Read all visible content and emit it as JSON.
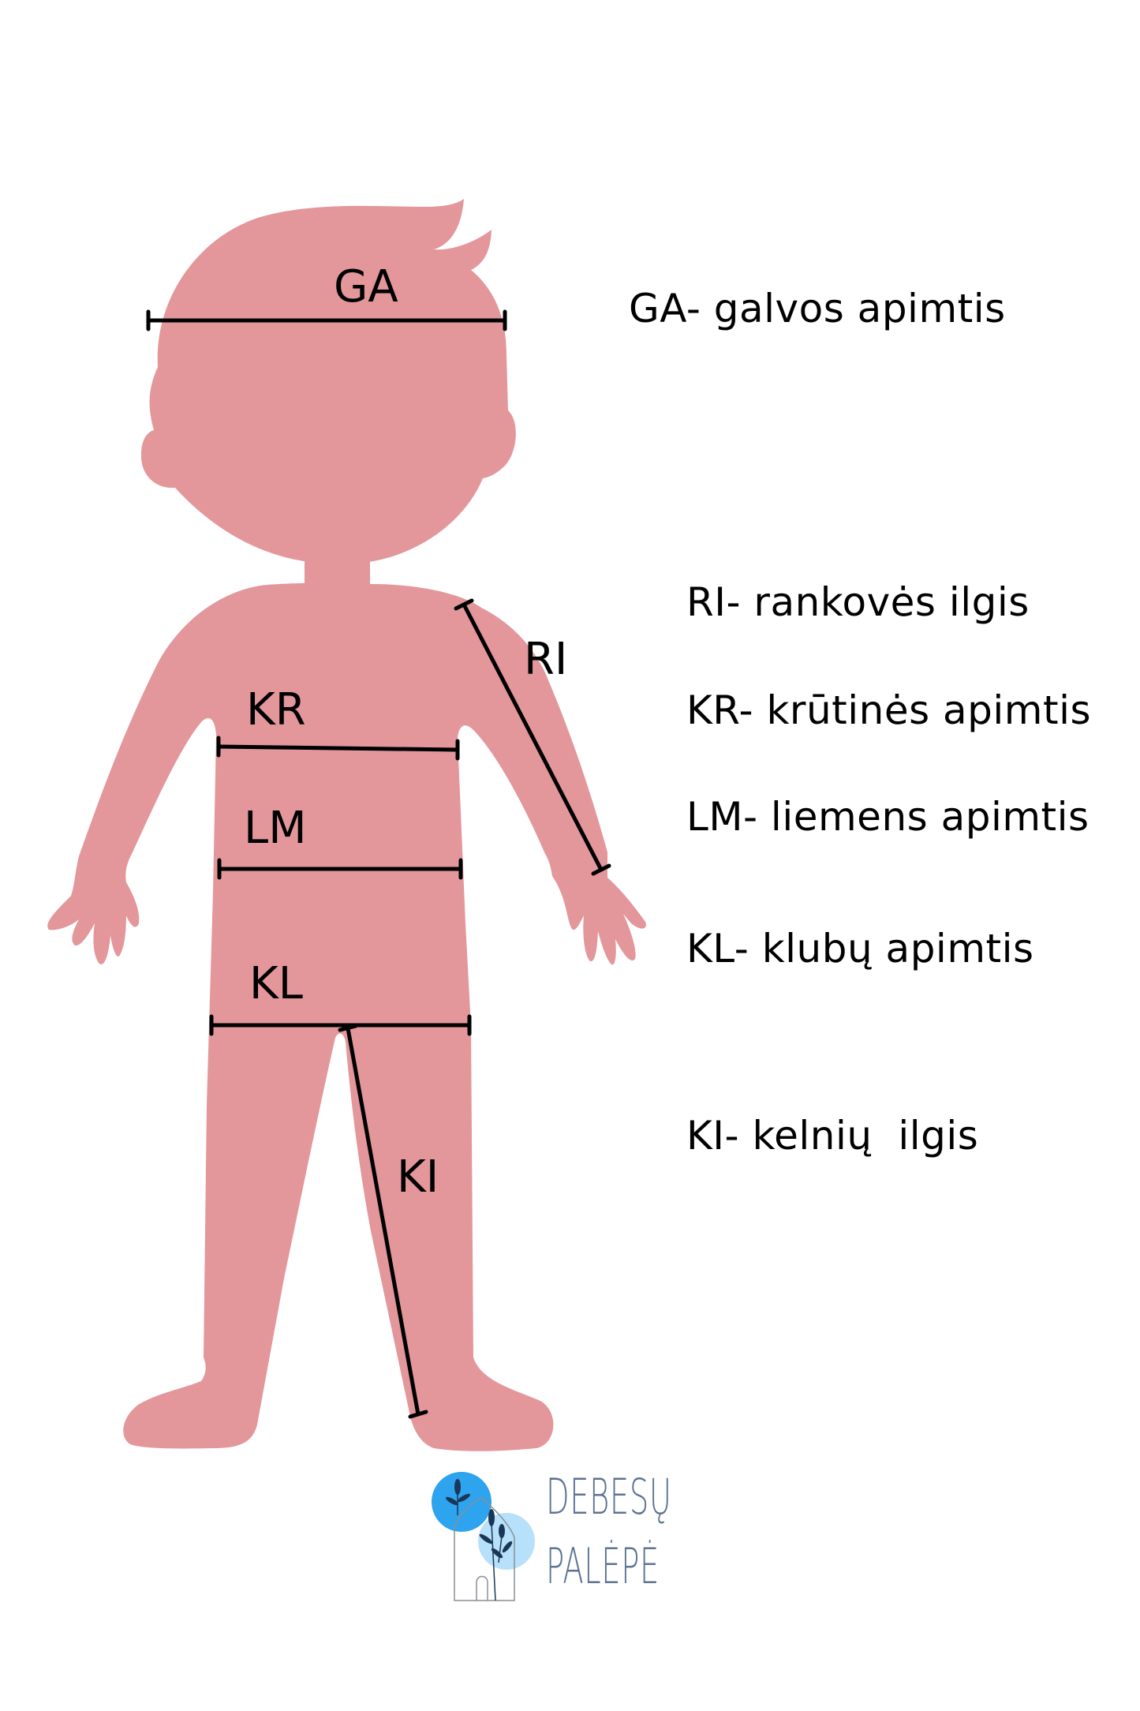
{
  "colors": {
    "silhouette": "#e3979b",
    "measure_line": "#000000",
    "text": "#000000",
    "logo_text": "#5c7391",
    "logo_blue": "#2ea3ee",
    "logo_light_blue": "#b7e0fb",
    "logo_leaf": "#1b3657"
  },
  "figure": {
    "labels": {
      "GA": "GA",
      "RI": "RI",
      "KR": "KR",
      "LM": "LM",
      "KL": "KL",
      "KI": "KI"
    }
  },
  "legend": [
    {
      "code": "GA",
      "text": "GA- galvos apimtis"
    },
    {
      "code": "RI",
      "text": "RI- rankovės ilgis"
    },
    {
      "code": "KR",
      "text": "KR- krūtinės apimtis"
    },
    {
      "code": "LM",
      "text": "LM- liemens apimtis"
    },
    {
      "code": "KL",
      "text": "KL- klubų apimtis"
    },
    {
      "code": "KI",
      "text": "KI- kelnių  ilgis"
    }
  ],
  "logo": {
    "line1": "DEBESŲ",
    "line2": "PALĖPĖ"
  }
}
